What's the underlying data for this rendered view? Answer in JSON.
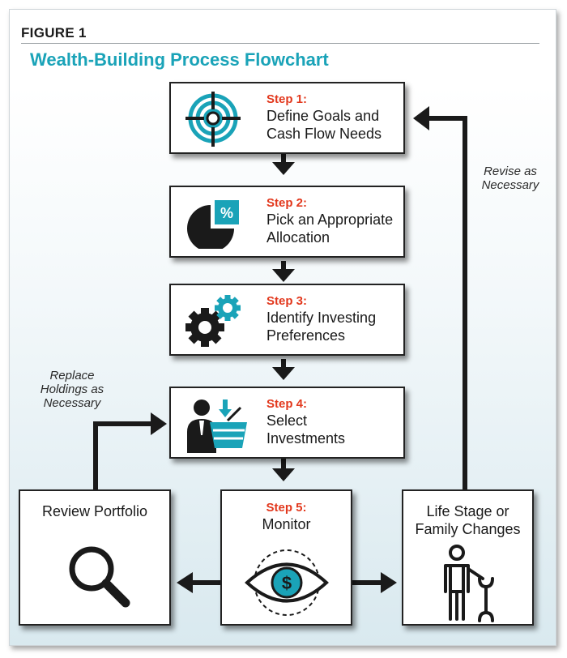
{
  "figure_label": "FIGURE 1",
  "title": "Wealth-Building Process Flowchart",
  "steps": [
    {
      "number": "Step 1:",
      "label_line1": "Define Goals and",
      "label_line2": "Cash Flow Needs",
      "icon": "target-icon"
    },
    {
      "number": "Step 2:",
      "label_line1": "Pick an Appropriate",
      "label_line2": "Allocation",
      "icon": "pie-chart-icon",
      "icon_text": "%"
    },
    {
      "number": "Step 3:",
      "label_line1": "Identify Investing",
      "label_line2": "Preferences",
      "icon": "gears-icon"
    },
    {
      "number": "Step 4:",
      "label_line1": "Select",
      "label_line2": "Investments",
      "icon": "shopper-basket-icon"
    },
    {
      "number": "Step 5:",
      "label_line1": "Monitor",
      "icon": "eye-dollar-icon",
      "icon_text": "$"
    }
  ],
  "review_box": {
    "title": "Review Portfolio",
    "icon": "magnifier-icon"
  },
  "life_box": {
    "title_line1": "Life Stage or",
    "title_line2": "Family Changes",
    "icon": "person-wrench-icon"
  },
  "notes": {
    "revise": [
      "Revise as",
      "Necessary"
    ],
    "replace": [
      "Replace",
      "Holdings as",
      "Necessary"
    ]
  },
  "colors": {
    "accent": "#1aa3b8",
    "step_red": "#e2381d",
    "ink": "#1a1a1a"
  }
}
